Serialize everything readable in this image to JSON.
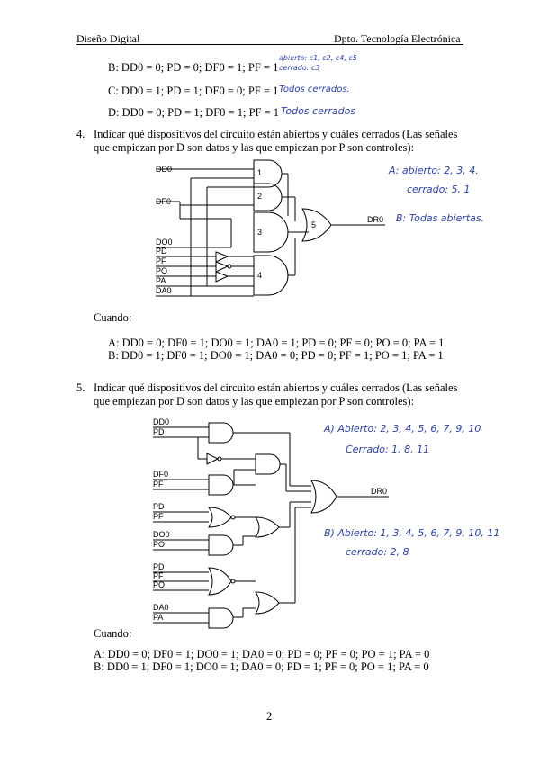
{
  "header": {
    "left": "Diseño Digital",
    "right": "Dpto. Tecnología Electrónica"
  },
  "top_lines": [
    {
      "text": "B: DD0 = 0; PD = 0; DF0 = 1; PF = 1",
      "note": "abierto: c1, c2, c4, c5",
      "note2": "cerrado: c3"
    },
    {
      "text": "C: DD0 = 1; PD = 1; DF0 = 0; PF = 1",
      "note": "Todos cerrados."
    },
    {
      "text": "D: DD0 = 0; PD = 1; DF0 = 1; PF = 1",
      "note": "Todos cerrados"
    }
  ],
  "q4": {
    "number": "4.",
    "line1": "Indicar qué dispositivos del circuito están abiertos y cuáles cerrados (Las señales",
    "line2": "que empiezan por D son datos y las que empiezan por P son controles):",
    "signals": [
      "DD0",
      "DF0",
      "DO0",
      "PD",
      "PF",
      "PO",
      "PA",
      "DA0"
    ],
    "output": "DR0",
    "gates": [
      "1",
      "2",
      "3",
      "4",
      "5"
    ],
    "notes": {
      "a1": "A: abierto: 2, 3, 4.",
      "a2": "cerrado: 5, 1",
      "b": "B: Todas abiertas."
    },
    "cuando": "Cuando:",
    "case_a": "A: DD0 = 0; DF0 = 1; DO0 = 1; DA0 = 1; PD = 0; PF = 0; PO = 0; PA = 1",
    "case_b": "B: DD0 = 1; DF0 = 1; DO0 = 1; DA0 = 0; PD = 0; PF = 1; PO = 1; PA = 1"
  },
  "q5": {
    "number": "5.",
    "line1": "Indicar qué dispositivos del circuito están abiertos y cuáles cerrados (Las señales",
    "line2": "que empiezan por D son datos y las que empiezan por P son controles):",
    "signals": [
      "DD0",
      "PD",
      "DF0",
      "PF",
      "PD",
      "PF",
      "DO0",
      "PO",
      "PD",
      "PF",
      "PO",
      "DA0",
      "PA"
    ],
    "output": "DR0",
    "notes": {
      "a1": "A) Abierto: 2, 3, 4, 5, 6, 7, 9, 10",
      "a2": "Cerrado: 1, 8, 11",
      "b1": "B) Abierto: 1, 3, 4, 5, 6, 7, 9, 10, 11",
      "b2": "cerrado: 2, 8"
    },
    "cuando": "Cuando:",
    "case_a": "A: DD0 = 0; DF0 = 1; DO0 = 1; DA0 = 0; PD = 0; PF = 0; PO = 1; PA = 0",
    "case_b": "B: DD0 = 1; DF0 = 1; DO0 = 1; DA0 = 0; PD = 1; PF = 0; PO = 1; PA = 0"
  },
  "page_number": "2"
}
